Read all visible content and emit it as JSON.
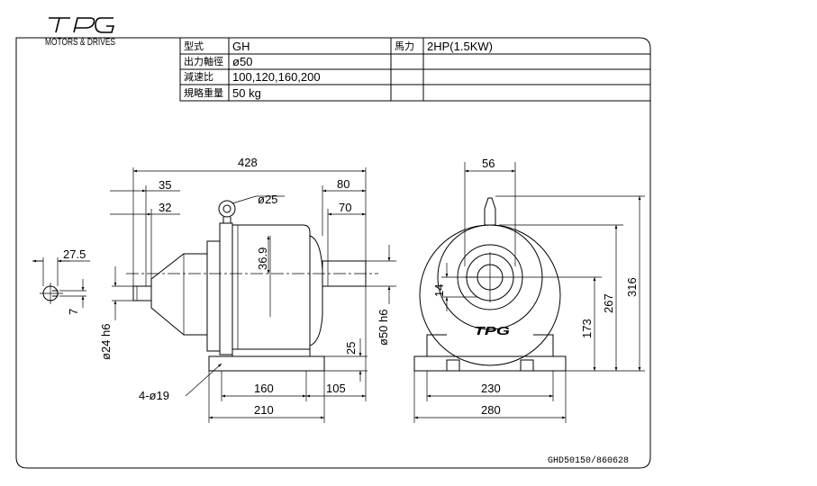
{
  "logo": {
    "brand": "TPG",
    "tagline": "MOTORS & DRIVES"
  },
  "spec_table": {
    "rows": [
      {
        "label": "型式",
        "value": "GH"
      },
      {
        "label": "出力軸徑",
        "value": "ø50"
      },
      {
        "label": "減速比",
        "value": "100,120,160,200"
      },
      {
        "label": "規略重量",
        "value": "50 kg"
      }
    ],
    "power_label": "馬力",
    "power_value": "2HP(1.5KW)"
  },
  "side_view": {
    "overall_length": "428",
    "d35": "35",
    "d32": "32",
    "eye_bolt": "ø25",
    "d80": "80",
    "d70": "70",
    "center_offset": "36.9",
    "input_shaft": "ø24 h6",
    "output_shaft": "ø50 h6",
    "base_height": "25",
    "bolt_holes": "4-ø19",
    "d160": "160",
    "d105": "105",
    "d210": "210"
  },
  "key_detail": {
    "d27_5": "27.5",
    "d7": "7"
  },
  "front_view": {
    "d56": "56",
    "d14": "14",
    "d173": "173",
    "d267": "267",
    "d316": "316",
    "d230": "230",
    "d280": "280",
    "body_logo": "TPG"
  },
  "drawing_code": "GHD50150/860628"
}
